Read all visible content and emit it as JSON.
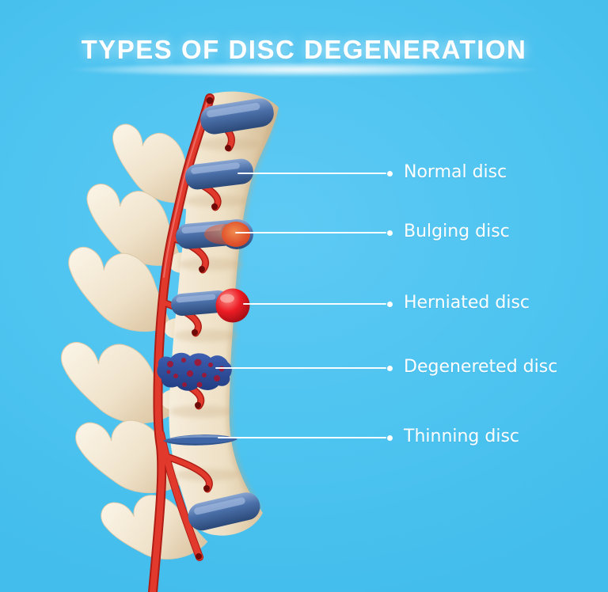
{
  "title": "TYPES OF DISC DEGENERATION",
  "labels": [
    {
      "text": "Normal disc"
    },
    {
      "text": "Bulging disc"
    },
    {
      "text": "Herniated disc"
    },
    {
      "text": "Degenereted disc"
    },
    {
      "text": "Thinning disc"
    }
  ],
  "colors": {
    "background": "#4EC4F0",
    "text": "#FFFFFF",
    "bone_light": "#FAF3E3",
    "bone_mid": "#EFE2C9",
    "bone_shadow": "#D5BC96",
    "disc_blue": "#4A6FA8",
    "disc_blue_dark": "#2B4978",
    "degenerated_blue": "#2A4690",
    "degeneration_spots": "#A8122C",
    "artery_red": "#E2392D",
    "artery_dark": "#AF1D15",
    "herniation_red": "#ED1C24",
    "bulge_orange": "#E0512B"
  }
}
